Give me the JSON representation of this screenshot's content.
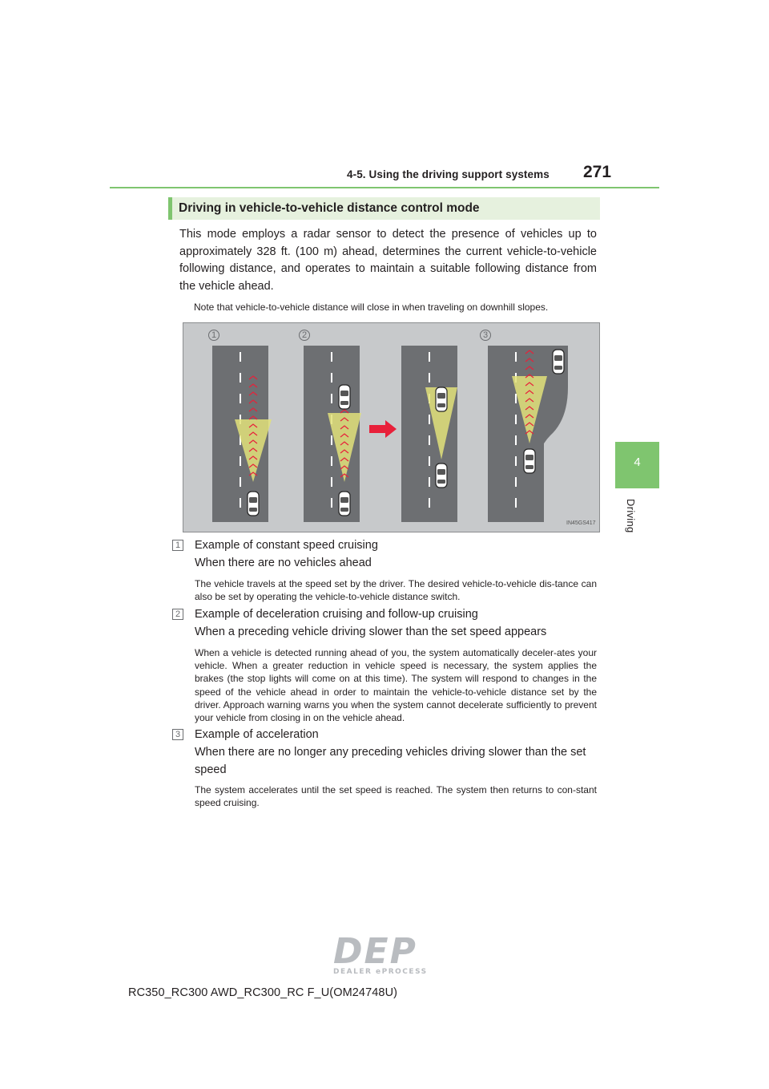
{
  "header": {
    "section": "4-5. Using the driving support systems",
    "page_number": "271"
  },
  "side_tab": {
    "number": "4",
    "label": "Driving"
  },
  "section_title": "Driving in vehicle-to-vehicle distance control mode",
  "intro_paragraph": "This mode employs a radar sensor to detect the presence of vehicles up to approximately 328 ft. (100 m) ahead, determines the current vehicle-to-vehicle following distance, and operates to maintain a suitable following distance from the vehicle ahead.",
  "note": "Note that vehicle-to-vehicle distance will close in when traveling on downhill slopes.",
  "figure": {
    "labels": [
      "1",
      "2",
      "3"
    ],
    "image_code": "IN45GS417"
  },
  "items": [
    {
      "number": "1",
      "title": "Example of constant speed cruising",
      "subtitle": "When there are no vehicles ahead",
      "description": "The vehicle travels at the speed set by the driver. The desired vehicle-to-vehicle dis-tance can also be set by operating the vehicle-to-vehicle distance switch."
    },
    {
      "number": "2",
      "title": "Example of deceleration cruising and follow-up cruising",
      "subtitle": "When a preceding vehicle driving slower than the set speed appears",
      "description": "When a vehicle is detected running ahead of you, the system automatically deceler-ates your vehicle. When a greater reduction in vehicle speed is necessary, the system applies the brakes (the stop lights will come on at this time). The system will respond to changes in the speed of the vehicle ahead in order to maintain the vehicle-to-vehicle distance set by the driver. Approach warning warns you when the system cannot decelerate sufficiently to prevent your vehicle from closing in on the vehicle ahead."
    },
    {
      "number": "3",
      "title": "Example of acceleration",
      "subtitle": "When there are no longer any preceding vehicles driving slower than the set speed",
      "description": "The system accelerates until the set speed is reached. The system then returns to con-stant speed cruising."
    }
  ],
  "footer": {
    "model_code": "RC350_RC300 AWD_RC300_RC F_U(OM24748U)"
  },
  "logo": {
    "main": "DEP",
    "sub": "DEALER ePROCESS"
  },
  "colors": {
    "accent": "#7fc56f",
    "section_bg": "#e6f1de",
    "radar": "#e2e27a",
    "arrow": "#e8203a",
    "road": "#6d6f72"
  }
}
